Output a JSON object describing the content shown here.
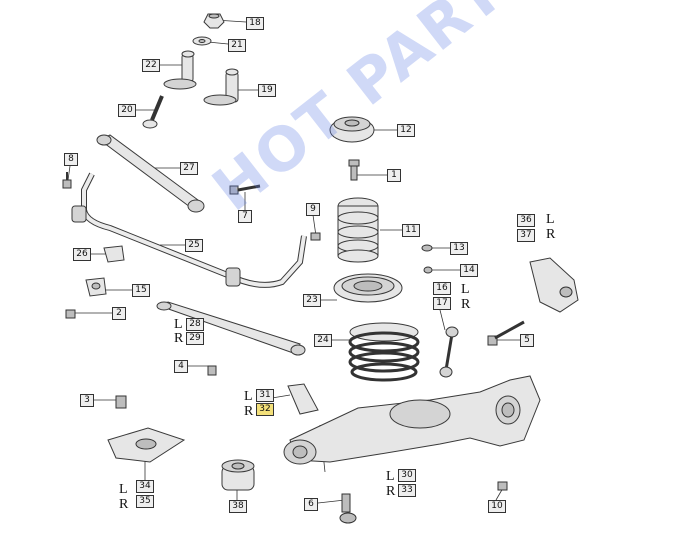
{
  "watermark": "HOT PARTS",
  "callouts": {
    "c1": "1",
    "c2": "2",
    "c3": "3",
    "c4": "4",
    "c5": "5",
    "c6": "6",
    "c7": "7",
    "c8": "8",
    "c9": "9",
    "c10": "10",
    "c11": "11",
    "c12": "12",
    "c13": "13",
    "c14": "14",
    "c15": "15",
    "c16": "16",
    "c17": "17",
    "c18": "18",
    "c19": "19",
    "c20": "20",
    "c21": "21",
    "c22": "22",
    "c23": "23",
    "c24": "24",
    "c25": "25",
    "c26": "26",
    "c27": "27",
    "c28": "28",
    "c29": "29",
    "c30": "30",
    "c31": "31",
    "c32": "32",
    "c33": "33",
    "c34": "34",
    "c35": "35",
    "c36": "36",
    "c37": "37",
    "c38": "38"
  },
  "side_marks": {
    "left": "L",
    "right": "R"
  },
  "colors": {
    "highlight": "#f3e07a",
    "label_bg": "#eeeeee",
    "watermark": "#6482e6"
  }
}
